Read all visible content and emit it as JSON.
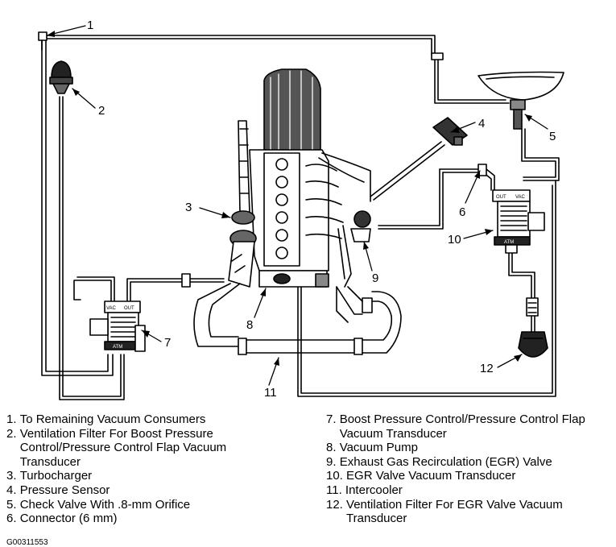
{
  "callouts": [
    "1",
    "2",
    "3",
    "4",
    "5",
    "6",
    "7",
    "8",
    "9",
    "10",
    "11",
    "12"
  ],
  "legend_left": [
    {
      "num": "1.",
      "text": "To Remaining Vacuum Consumers"
    },
    {
      "num": "2.",
      "text": "Ventilation Filter For Boost Pressure Control/Pressure Control Flap Vacuum Transducer"
    },
    {
      "num": "3.",
      "text": "Turbocharger"
    },
    {
      "num": "4.",
      "text": "Pressure Sensor"
    },
    {
      "num": "5.",
      "text": "Check Valve With .8-mm Orifice"
    },
    {
      "num": "6.",
      "text": "Connector (6 mm)"
    }
  ],
  "legend_right": [
    {
      "num": "7.",
      "text": "Boost Pressure Control/Pressure Control Flap Vacuum Transducer"
    },
    {
      "num": "8.",
      "text": "Vacuum Pump"
    },
    {
      "num": "9.",
      "text": "Exhaust Gas Recirculation (EGR) Valve"
    },
    {
      "num": "10.",
      "text": "EGR Valve Vacuum Transducer"
    },
    {
      "num": "11.",
      "text": "Intercooler"
    },
    {
      "num": "12.",
      "text": "Ventilation Filter For EGR Valve Vacuum Transducer"
    }
  ],
  "figure_id": "G00311553",
  "transducer_labels": {
    "vac": "VAC",
    "out": "OUT",
    "atm": "ATM"
  }
}
